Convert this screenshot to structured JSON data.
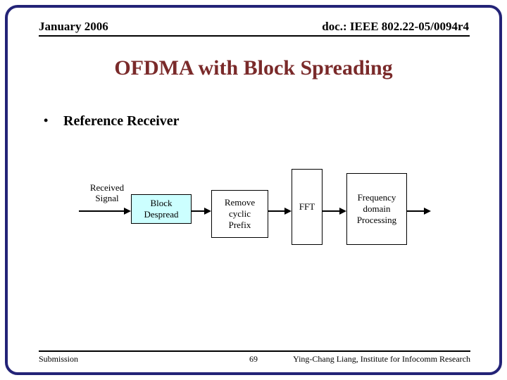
{
  "header": {
    "date_label": "January 2006",
    "doc_label": "doc.: IEEE 802.22-05/0094r4"
  },
  "slide_title": "OFDMA with Block Spreading",
  "bullet": {
    "marker": "•",
    "label": "Reference Receiver"
  },
  "diagram": {
    "input_label": "Received\nSignal",
    "blocks": [
      {
        "label": "Block\nDespread",
        "fill": "#CCFFFF"
      },
      {
        "label": "Remove\ncyclic\nPrefix",
        "fill": "#FFFFFF"
      },
      {
        "label": "FFT",
        "fill": "#FFFFFF"
      },
      {
        "label": "Frequency\ndomain\nProcessing",
        "fill": "#FFFFFF"
      }
    ]
  },
  "footer": {
    "left_label": "Submission",
    "page_number": "69",
    "right_label": "Ying-Chang Liang, Institute for Infocomm Research"
  },
  "colors": {
    "frame_border": "#232377",
    "title_text": "#7A2A2A",
    "body_text": "#000000",
    "block_despread_fill": "#CCFFFF"
  }
}
